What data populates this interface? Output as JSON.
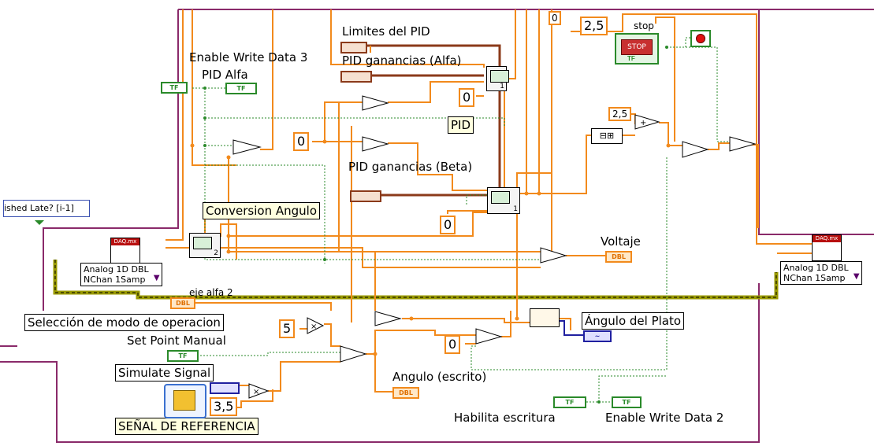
{
  "labels": {
    "limites_pid": "Limites del  PID",
    "pid_ganancias_alfa": "PID ganancias (Alfa)",
    "enable_write_3": "Enable Write Data 3",
    "pid_alfa": "PID Alfa",
    "pid": "PID",
    "pid_ganancias_beta": "PID ganancias (Beta)",
    "conversion_angulo": "Conversion Angulo",
    "voltaje": "Voltaje",
    "eje_alfa_2": "eje alfa 2",
    "seleccion_modo": "Selección de modo de operacion",
    "set_point_manual": "Set Point Manual",
    "simulate_signal": "Simulate Signal",
    "senal_referencia": "SEÑAL DE REFERENCIA",
    "angulo_escrito": "Angulo (escrito)",
    "angulo_plato": "Ángulo del Plato",
    "habilita_escritura": "Habilita escritura",
    "enable_write_2": "Enable Write Data 2",
    "stop": "stop",
    "finished_late": "ished Late? [i-1]"
  },
  "constants": {
    "c_0_top": "0",
    "c_2_5_top": "2,5",
    "c_0_pid": "0",
    "c_0_left": "0",
    "c_0_beta": "0",
    "c_2_5_mid": "2,5",
    "c_5": "5",
    "c_0_bottom": "0",
    "c_3_5": "3,5"
  },
  "terminals": {
    "tf": "TF",
    "dbl": "DBL",
    "stop_btn": "STOP",
    "wave": "~"
  },
  "daq": {
    "header": "DAQ.mx",
    "read_mode": [
      "Analog 1D DBL",
      "NChan 1Samp"
    ],
    "write_mode": [
      "Analog 1D DBL",
      "NChan 1Samp"
    ]
  },
  "subvi": {
    "pid1_num": "1",
    "pid2_num": "1",
    "conv_num": "2"
  },
  "colors": {
    "numeric_wire": "#f28a1c",
    "boolean_wire": "#2a8a2a",
    "cluster_wire": "#8b3a1a",
    "frame": "#8a2a6a",
    "task_wire": "#b0b000"
  }
}
